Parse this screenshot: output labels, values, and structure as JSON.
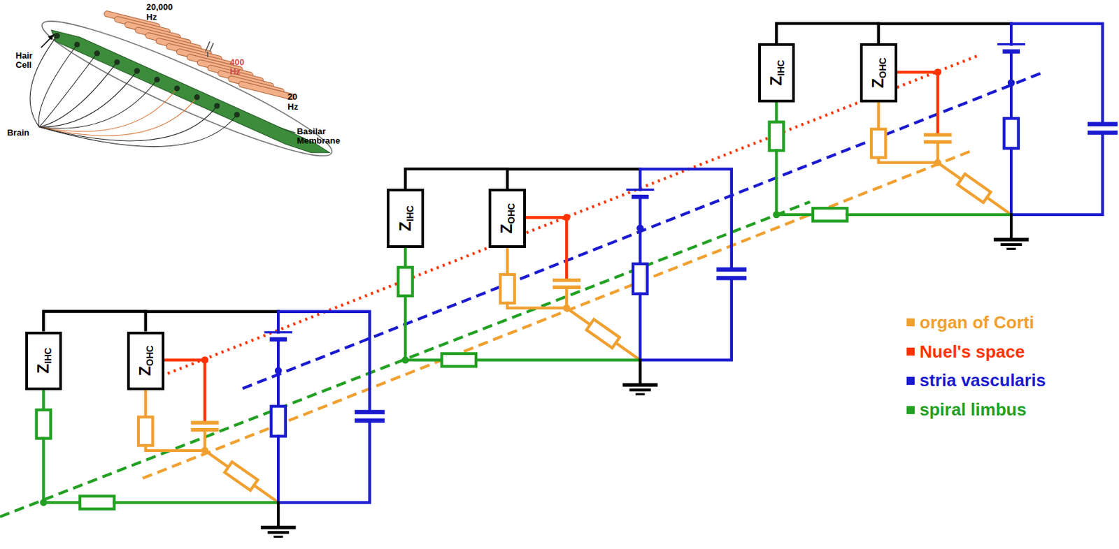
{
  "diagram": {
    "nodes": [
      {
        "text": [
          "Z",
          "IHC"
        ]
      },
      {
        "text": [
          "Z",
          "OHC"
        ]
      },
      {
        "text": [
          "Z",
          "IHC"
        ]
      },
      {
        "text": [
          "Z",
          "OHC"
        ]
      },
      {
        "text": [
          "Z",
          "IHC"
        ]
      },
      {
        "text": [
          "Z",
          "OHC"
        ]
      }
    ],
    "edges": [
      {
        "from": 0,
        "to": 1,
        "arrow": "none"
      },
      {
        "from": 2,
        "to": 3,
        "arrow": "none"
      },
      {
        "from": 4,
        "to": 5,
        "arrow": "none"
      }
    ],
    "labels": [
      "20,000 Hz",
      "Hair Cell",
      "400 Hz",
      "20 Hz",
      "Brain",
      "Basilar Membrane"
    ],
    "legend": [
      {
        "text": "organ of Corti",
        "color": "#f0a030"
      },
      {
        "text": "Nuel's space",
        "color": "#ff3300"
      },
      {
        "text": "stria vascularis",
        "color": "#1a1ad0"
      },
      {
        "text": "spiral limbus",
        "color": "#22a022"
      }
    ]
  }
}
